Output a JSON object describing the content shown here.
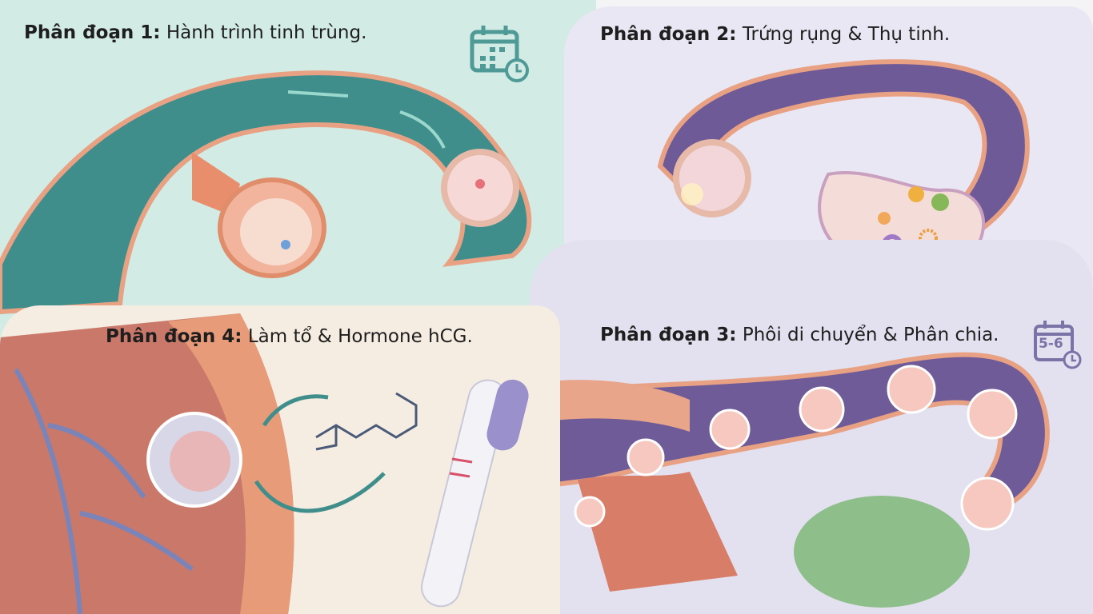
{
  "panels": [
    {
      "label": "Phân đoạn 1:",
      "caption": "Hành trình tinh trùng.",
      "icon": "calendar-clock-icon",
      "color": "#4f9a97"
    },
    {
      "label": "Phân đoạn 2:",
      "caption": "Trứng rụng & Thụ tinh.",
      "color": "#7a5a98"
    },
    {
      "label": "Phân đoạn 3:",
      "caption": "Phôi di chuyển & Phân chia.",
      "icon": "calendar-clock-icon",
      "icon_text": "5-6",
      "color": "#7a73a8"
    },
    {
      "label": "Phân đoạn 4:",
      "caption": "Làm tổ & Hormone hCG.",
      "color": "#e89070"
    }
  ]
}
